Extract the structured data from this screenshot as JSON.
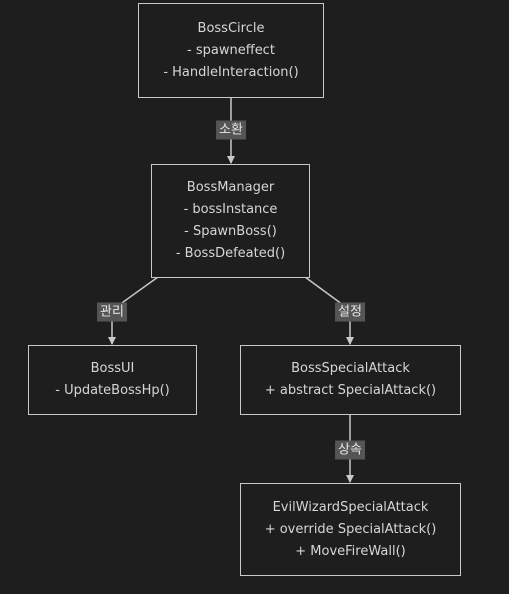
{
  "nodes": {
    "boss_circle": {
      "title": "BossCircle",
      "members": [
        "- spawneffect",
        "- HandleInteraction()"
      ]
    },
    "boss_manager": {
      "title": "BossManager",
      "members": [
        "- bossInstance",
        "- SpawnBoss()",
        "- BossDefeated()"
      ]
    },
    "boss_ui": {
      "title": "BossUI",
      "members": [
        "- UpdateBossHp()"
      ]
    },
    "boss_special_attack": {
      "title": "BossSpecialAttack",
      "members": [
        "+ abstract SpecialAttack()"
      ]
    },
    "evil_wizard_special_attack": {
      "title": "EvilWizardSpecialAttack",
      "members": [
        "+ override SpecialAttack()",
        "+ MoveFireWall()"
      ]
    }
  },
  "edges": {
    "summon": {
      "label": "소환",
      "from": "BossCircle",
      "to": "BossManager"
    },
    "manage": {
      "label": "관리",
      "from": "BossManager",
      "to": "BossUI"
    },
    "configure": {
      "label": "설정",
      "from": "BossManager",
      "to": "BossSpecialAttack"
    },
    "inherit": {
      "label": "상속",
      "from": "BossSpecialAttack",
      "to": "EvilWizardSpecialAttack"
    }
  },
  "colors": {
    "background": "#1e1e1e",
    "border": "#c9c9c9",
    "text": "#d6d6d6",
    "label_background": "#555555"
  }
}
